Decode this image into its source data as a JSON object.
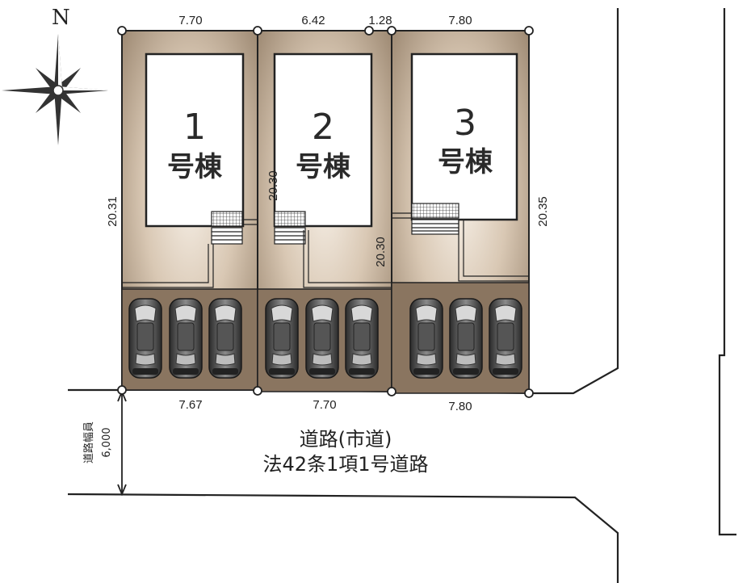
{
  "compass": {
    "label": "N"
  },
  "lots": [
    {
      "num": "1",
      "name": "号棟",
      "top": "7.70",
      "bottom": "7.67",
      "left": "20.31"
    },
    {
      "num": "2",
      "name": "号棟",
      "top": "6.42",
      "top_extra": "1.28",
      "bottom": "7.70",
      "left": "20.30",
      "right": "20.30"
    },
    {
      "num": "3",
      "name": "号棟",
      "top": "7.80",
      "bottom": "7.80",
      "right": "20.35"
    }
  ],
  "road": {
    "name": "道路(市道)",
    "law": "法42条1項1号道路",
    "width_label": "道路幅員",
    "width_value": "6,000"
  }
}
